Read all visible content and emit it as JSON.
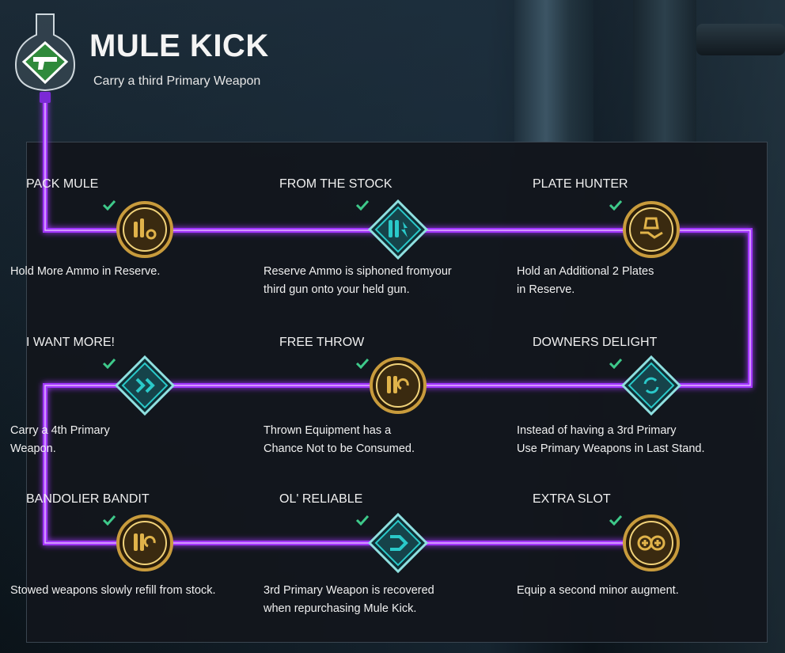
{
  "header": {
    "title": "MULE KICK",
    "subtitle": "Carry a third Primary Weapon",
    "icon": "pistol-potion-icon"
  },
  "colors": {
    "path": "#a234ff",
    "check": "#3ec98a",
    "gold": "#e0b34a",
    "teal": "#2ac9c9",
    "header_icon_bg": "#2f8a3b"
  },
  "augments": [
    {
      "title": "PACK MULE",
      "desc": [
        "Hold More Ammo in Reserve."
      ],
      "type": "major",
      "icon": "bullets-gear-icon",
      "unlocked": true
    },
    {
      "title": "FROM THE STOCK",
      "desc": [
        "Reserve Ammo is siphoned fromyour",
        "third gun onto your held gun."
      ],
      "type": "minor",
      "icon": "bullets-bolt-icon",
      "unlocked": true
    },
    {
      "title": "PLATE HUNTER",
      "desc": [
        "Hold an Additional 2 Plates",
        "in Reserve."
      ],
      "type": "major",
      "icon": "plate-hand-icon",
      "unlocked": true
    },
    {
      "title": "I WANT MORE!",
      "desc": [
        "Carry a 4th Primary",
        "Weapon."
      ],
      "type": "minor",
      "icon": "double-chevron-icon",
      "unlocked": true
    },
    {
      "title": "FREE THROW",
      "desc": [
        "Thrown Equipment has a",
        "Chance Not to be Consumed."
      ],
      "type": "major",
      "icon": "bullets-refresh-icon",
      "unlocked": true
    },
    {
      "title": "DOWNERS DELIGHT",
      "desc": [
        "Instead of having a 3rd Primary",
        "Use Primary Weapons in Last Stand."
      ],
      "type": "minor",
      "icon": "cycle-icon",
      "unlocked": true
    },
    {
      "title": "BANDOLIER BANDIT",
      "desc": [
        "Stowed weapons slowly refill from stock."
      ],
      "type": "major",
      "icon": "bullets-refill-icon",
      "unlocked": true
    },
    {
      "title": "OL' RELIABLE",
      "desc": [
        "3rd Primary Weapon is recovered",
        "when repurchasing Mule Kick."
      ],
      "type": "minor",
      "icon": "return-arrow-icon",
      "unlocked": true
    },
    {
      "title": "EXTRA SLOT",
      "desc": [
        "Equip a second minor augment."
      ],
      "type": "major",
      "icon": "plus-slots-icon",
      "unlocked": true
    }
  ]
}
